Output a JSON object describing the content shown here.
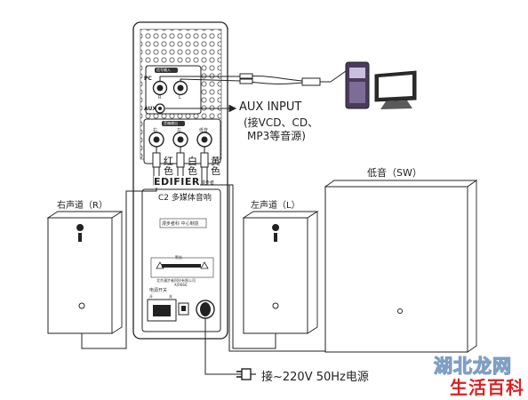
{
  "labels": {
    "aux_input": "AUX INPUT",
    "aux_sources_line1": "(接VCD、CD、",
    "aux_sources_line2": "MP3等音源)",
    "right_channel": "右声道（R）",
    "left_channel": "左声道（L）",
    "subwoofer": "低音（SW）",
    "power": "接~220V 50Hz电源",
    "red": "红色",
    "white": "白色",
    "yellow": "黄色",
    "brand": "EDIFIER",
    "brand_sub": "漫步者",
    "model": "C2 多媒体音响"
  },
  "panel": {
    "pc_label": "PC",
    "aux_label": "AUX",
    "input_box": "信号输入",
    "output_box": "音箱输出",
    "jack_r": "R",
    "jack_l": "L",
    "out_r": "右",
    "out_l": "左",
    "out_sw": "低音",
    "spec_tag": "漫步者科 中心制造",
    "warning": "警告",
    "company": "北京漫步者科技有限公司",
    "serial": "X/R666",
    "power_switch": "电源开关",
    "switch_on": "开",
    "switch_off": "关"
  },
  "watermark": {
    "line1": "湖北龙网",
    "line2": "生活百科"
  },
  "colors": {
    "line": "#222222",
    "accent_red": "#e02020",
    "watermark_blue": "#7f9fc4"
  }
}
